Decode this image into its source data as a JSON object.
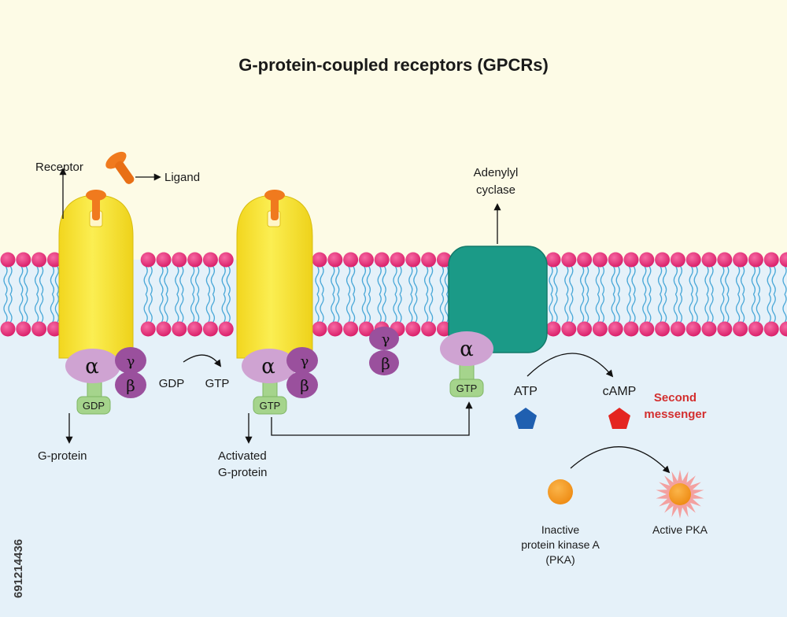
{
  "title": "G-protein-coupled receptors (GPCRs)",
  "labels": {
    "receptor": "Receptor",
    "ligand": "Ligand",
    "adenylyl_line1": "Adenylyl",
    "adenylyl_line2": "cyclase",
    "gdp": "GDP",
    "gtp": "GTP",
    "gdp_arrow": "GDP",
    "gtp_arrow": "GTP",
    "gprotein": "G-protein",
    "activated_line1": "Activated",
    "activated_line2": "G-protein",
    "atp": "ATP",
    "camp": "cAMP",
    "second_line1": "Second",
    "second_line2": "messenger",
    "inactive_line1": "Inactive",
    "inactive_line2": "protein kinase A",
    "inactive_line3": "(PKA)",
    "active_pka": "Active PKA",
    "alpha": "α",
    "beta": "β",
    "gamma": "γ"
  },
  "watermark": "691214436",
  "colors": {
    "top_bg": "#fdfbe6",
    "bottom_bg": "#e5f1f9",
    "head": "#e8337a",
    "tail": "#4aa8d8",
    "receptor": "#f6e02a",
    "ligand": "#f07a1e",
    "adenylyl": "#1b9a87",
    "alpha": "#cfa3d2",
    "beta_gamma": "#9a509d",
    "gdp_gtp": "#a5d48c",
    "atp": "#1f5fb0",
    "camp": "#e42520",
    "second_messenger": "#d32f2f",
    "pka": "#f49b1e"
  }
}
